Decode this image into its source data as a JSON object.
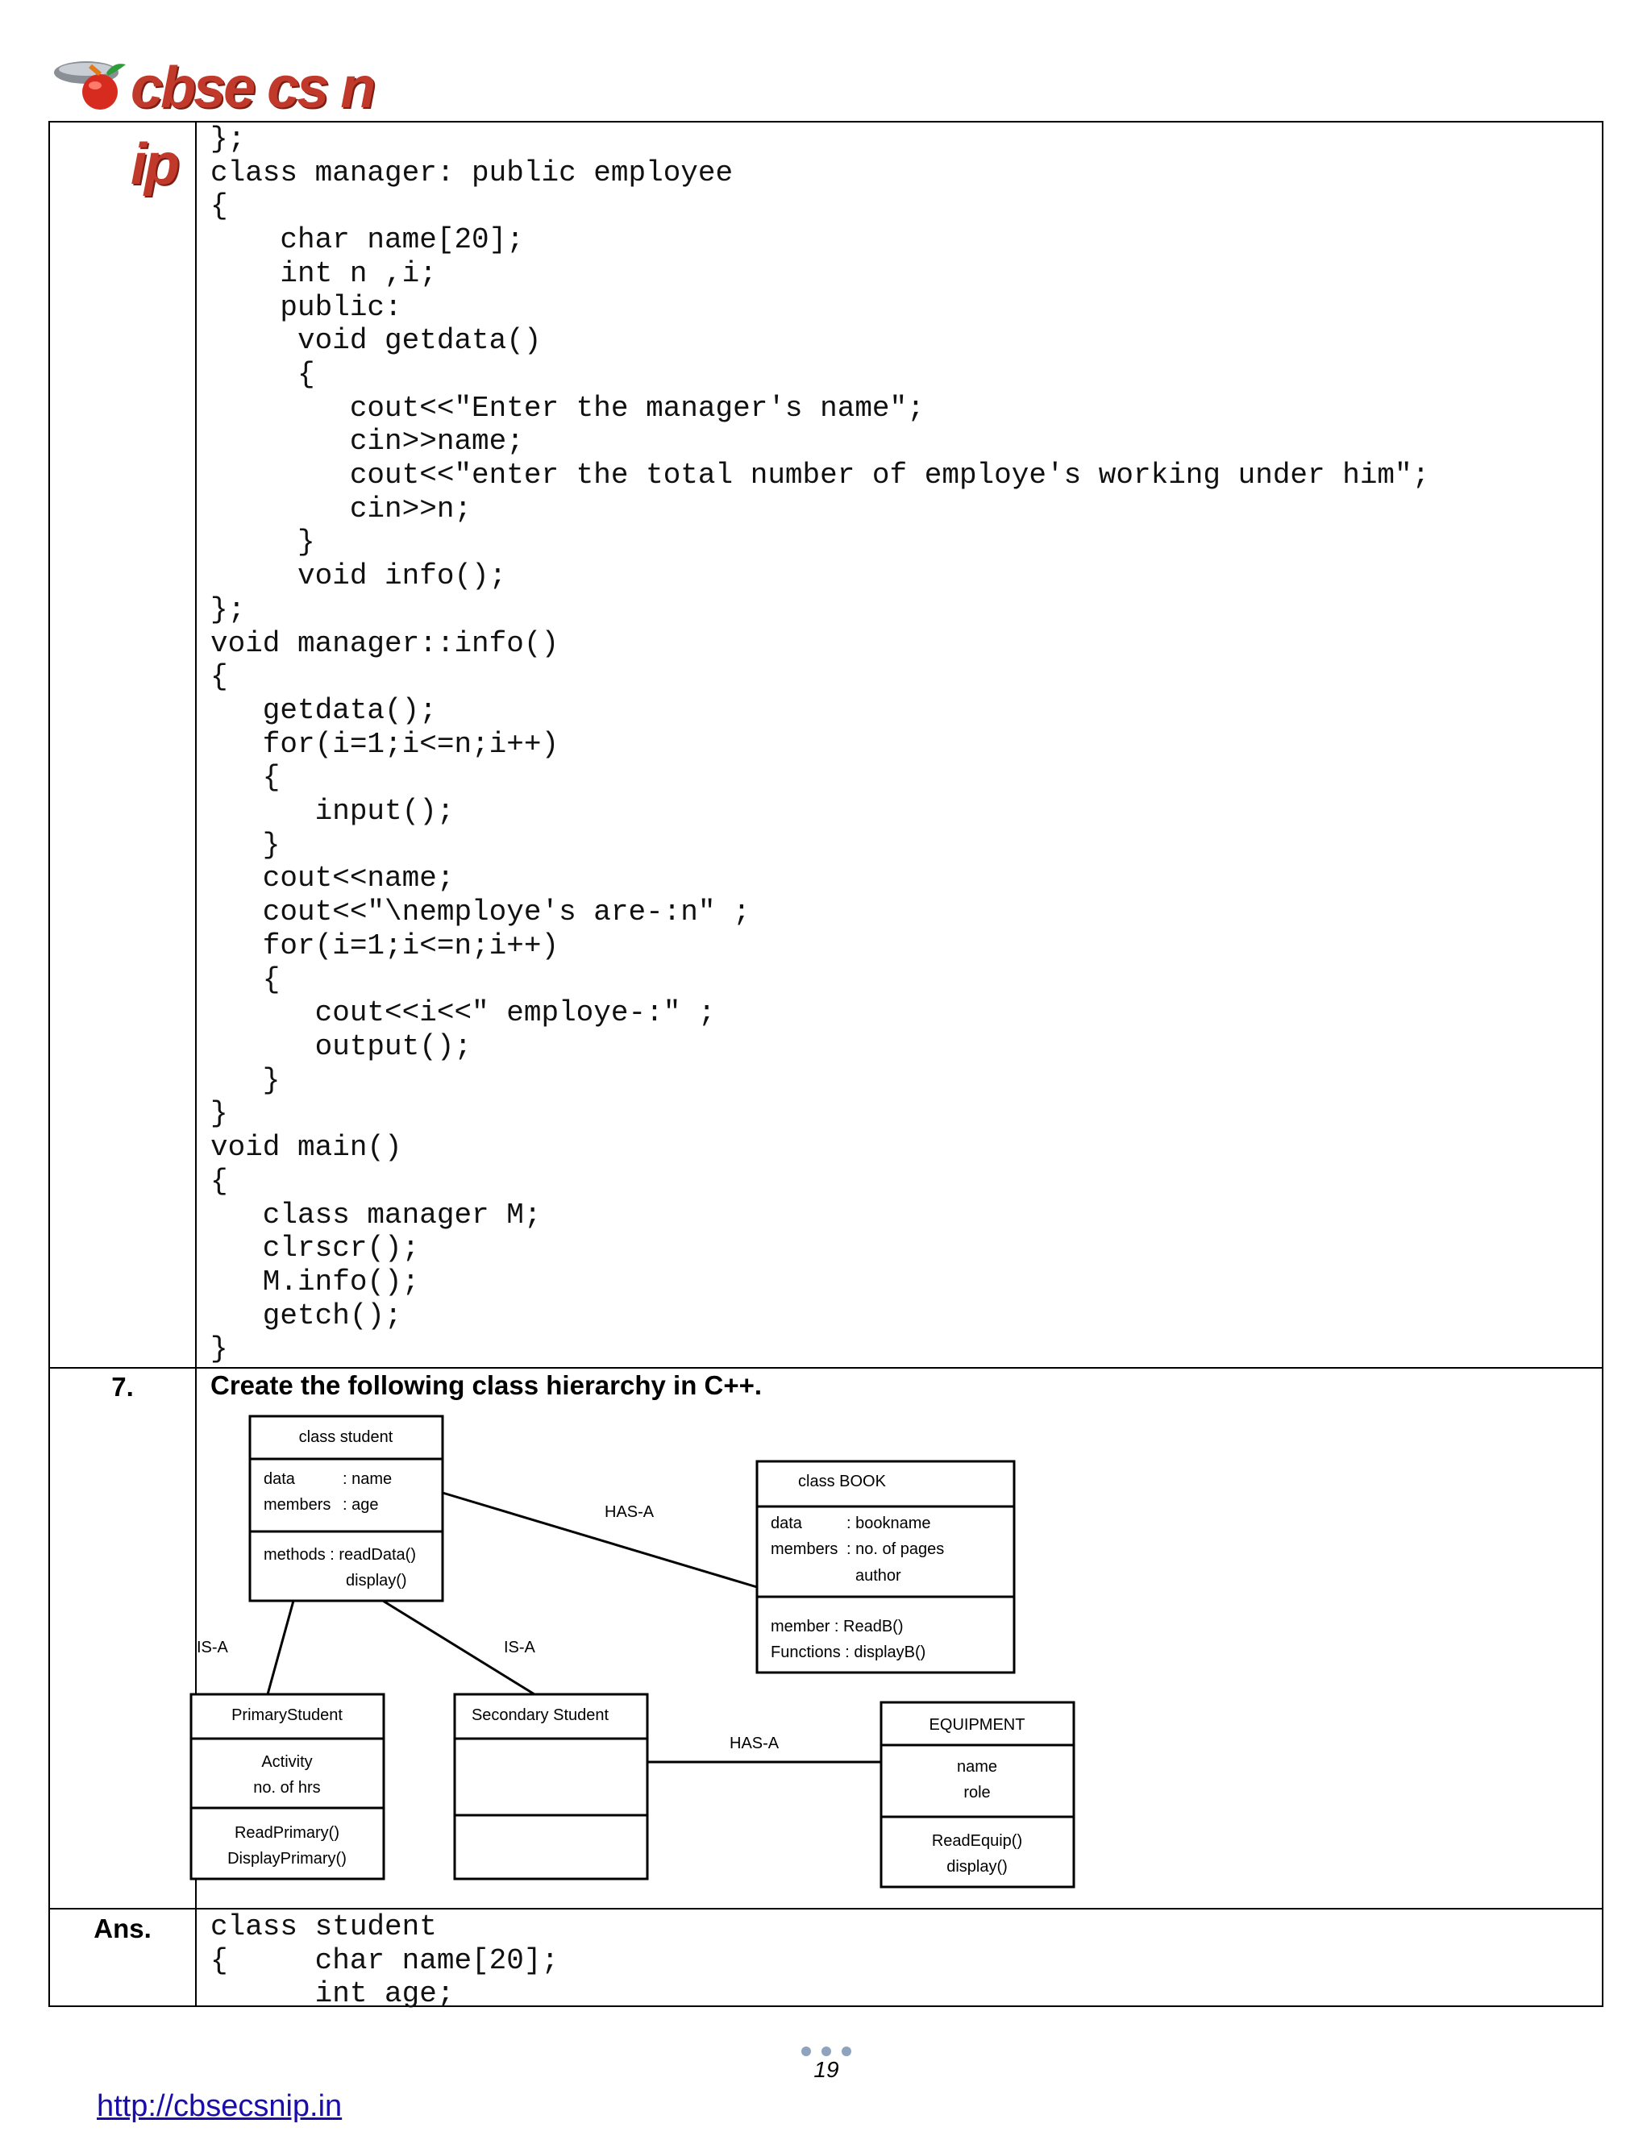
{
  "header": {
    "logo_text": "cbse cs n ip"
  },
  "code_block_1": "};\nclass manager: public employee\n{\n    char name[20];\n    int n ,i;\n    public:\n     void getdata()\n     {\n        cout<<\"Enter the manager's name\";\n        cin>>name;\n        cout<<\"enter the total number of employe's working under him\";\n        cin>>n;\n     }\n     void info();\n};\nvoid manager::info()\n{\n   getdata();\n   for(i=1;i<=n;i++)\n   {\n      input();\n   }\n   cout<<name;\n   cout<<\"\\nemploye's are-:n\" ;\n   for(i=1;i<=n;i++)\n   {\n      cout<<i<<\" employe-:\" ;\n      output();\n   }\n}\nvoid main()\n{\n   class manager M;\n   clrscr();\n   M.info();\n   getch();\n}",
  "question": {
    "number": "7.",
    "title": "Create the following class hierarchy in C++."
  },
  "diagram": {
    "student": {
      "title": "class student",
      "data_label": "data",
      "data_1": ": name",
      "members_label": "members",
      "data_2": ": age",
      "methods_1": "methods : readData()",
      "methods_2": "display()"
    },
    "book": {
      "title": "class BOOK",
      "data_label": "data",
      "data_1": ": bookname",
      "members_label": "members",
      "data_2": ": no. of pages",
      "data_3": "author",
      "func_1": "member   : ReadB()",
      "func_2": "Functions :  displayB()"
    },
    "primary": {
      "title": "PrimaryStudent",
      "data_1": "Activity",
      "data_2": "no. of hrs",
      "func_1": "ReadPrimary()",
      "func_2": "DisplayPrimary()"
    },
    "secondary": {
      "title": "Secondary Student"
    },
    "equipment": {
      "title": "EQUIPMENT",
      "data_1": "name",
      "data_2": "role",
      "func_1": "ReadEquip()",
      "func_2": "display()"
    },
    "relations": {
      "has_a_1": "HAS-A",
      "has_a_2": "HAS-A",
      "is_a_1": "IS-A",
      "is_a_2": "IS-A"
    }
  },
  "answer": {
    "label": "Ans.",
    "code": "class student\n{     char name[20];\n      int age;"
  },
  "footer": {
    "page_number": "19",
    "url": "http://cbsecsnip.in"
  }
}
